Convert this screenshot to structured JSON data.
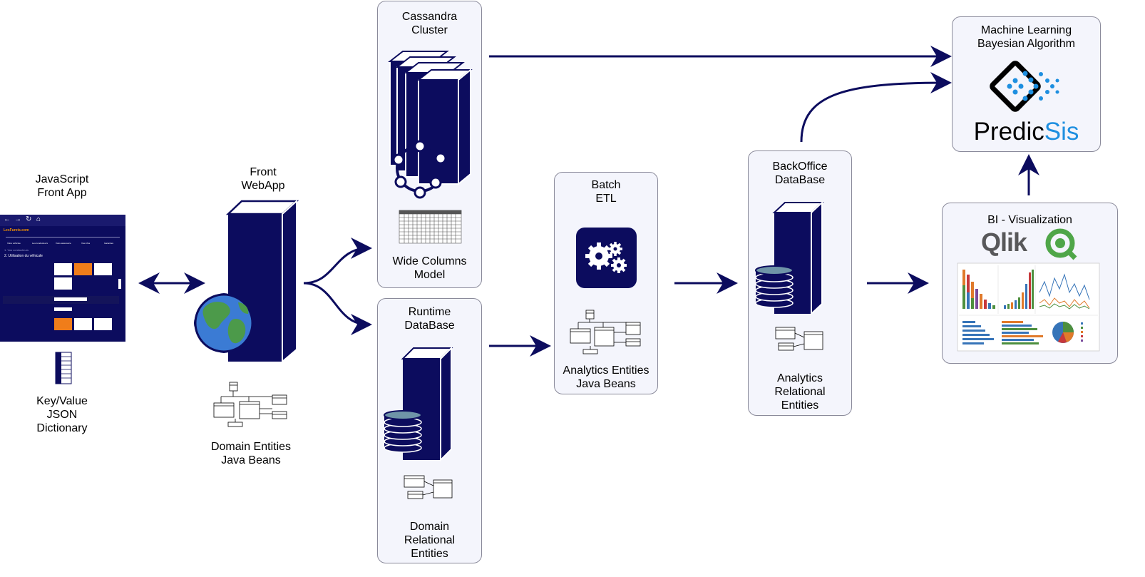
{
  "colors": {
    "navy": "#0c0c5e",
    "panel_bg": "#f4f5fc",
    "panel_border": "#8a8a9a",
    "predicsis_blue": "#1e8fe0",
    "qlik_gray": "#58585a",
    "qlik_green": "#4fa648"
  },
  "labels": {
    "js_front_app": "JavaScript\nFront App",
    "key_value": "Key/Value\nJSON\nDictionary",
    "front_webapp": "Front\nWebApp",
    "domain_entities_beans": "Domain Entities\nJava Beans",
    "cassandra": "Cassandra\nCluster",
    "wide_columns": "Wide Columns\nModel",
    "runtime_db": "Runtime\nDataBase",
    "domain_relational": "Domain\nRelational\nEntities",
    "batch_etl": "Batch\nETL",
    "analytics_beans": "Analytics Entities\nJava Beans",
    "backoffice_db": "BackOffice\nDataBase",
    "analytics_relational": "Analytics\nRelational\nEntities",
    "ml": "Machine Learning\nBayesian Algorithm",
    "bi": "BI - Visualization"
  },
  "logos": {
    "predicsis_a": "Predic",
    "predicsis_b": "Sis",
    "qlik": "Qlik"
  },
  "screenshot": {
    "brand": "LesFurets.com",
    "steps": [
      "Votre véhicule",
      "Les conducteurs",
      "Votre assurance",
      "Vos infos",
      "Garanties"
    ],
    "section_title": "2. Utilisation du véhicule",
    "section_sub": "1. Vos conducteurs"
  },
  "icons": [
    "globe-icon",
    "gear-icon",
    "database-icon",
    "server-icon",
    "uml-class-diagram-icon",
    "qlik-logo",
    "predicsis-logo",
    "cassandra-ring-icon"
  ]
}
